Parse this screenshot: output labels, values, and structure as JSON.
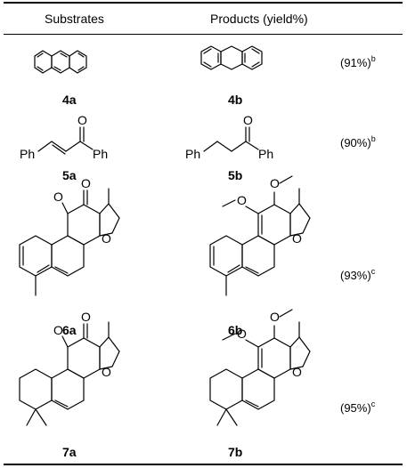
{
  "table": {
    "headers": {
      "substrates": "Substrates",
      "products": "Products (yield%)"
    },
    "rows": [
      {
        "substrate": "4a",
        "product": "4b",
        "yield": "(91%)",
        "note": "b"
      },
      {
        "substrate": "5a",
        "product": "5b",
        "yield": "(90%)",
        "note": "b"
      },
      {
        "substrate": "6a",
        "product": "6b",
        "yield": "(93%)",
        "note": "c"
      },
      {
        "substrate": "7a",
        "product": "7b",
        "yield": "(95%)",
        "note": "c"
      }
    ]
  },
  "atoms": {
    "o": "O",
    "ph": "Ph"
  }
}
